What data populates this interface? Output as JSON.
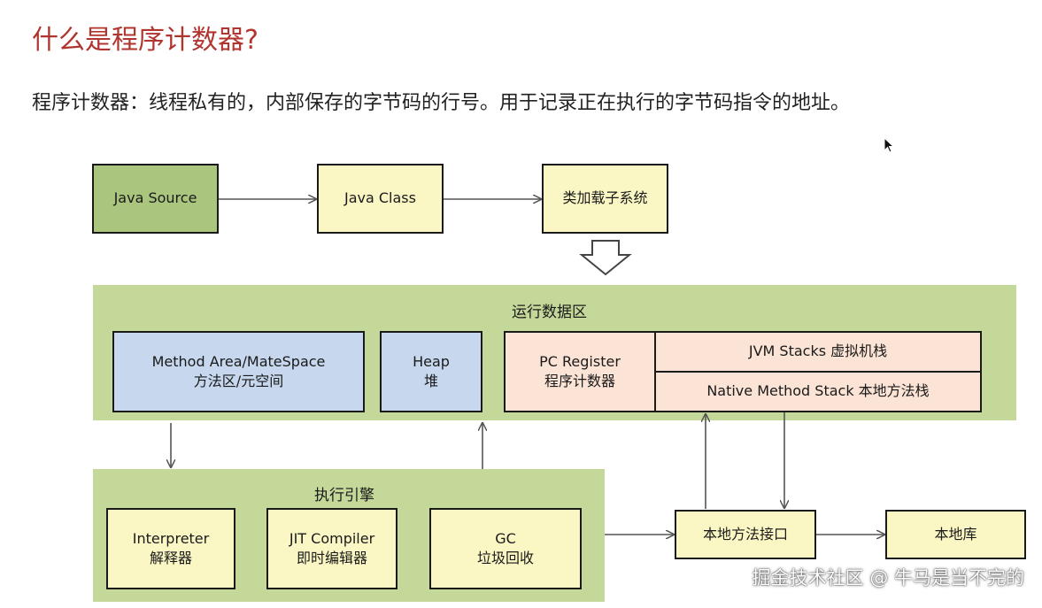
{
  "heading": {
    "title": "什么是程序计数器?",
    "description": "程序计数器：线程私有的，内部保存的字节码的行号。用于记录正在执行的字节码指令的地址。"
  },
  "diagram": {
    "java_source": "Java Source",
    "java_class": "Java Class",
    "class_loader": "类加载子系统",
    "runtime_data_area": {
      "label": "运行数据区",
      "method_area": {
        "line1": "Method Area/MateSpace",
        "line2": "方法区/元空间"
      },
      "heap": {
        "line1": "Heap",
        "line2": "堆"
      },
      "pc_register": {
        "line1": "PC Register",
        "line2": "程序计数器"
      },
      "jvm_stacks": "JVM Stacks 虚拟机栈",
      "native_method_stack": "Native Method Stack 本地方法栈"
    },
    "execution_engine": {
      "label": "执行引擎",
      "interpreter": {
        "line1": "Interpreter",
        "line2": "解释器"
      },
      "jit_compiler": {
        "line1": "JIT Compiler",
        "line2": "即时编辑器"
      },
      "gc": {
        "line1": "GC",
        "line2": "垃圾回收"
      }
    },
    "native_interface": "本地方法接口",
    "native_library": "本地库"
  },
  "watermark": "掘金技术社区 @ 牛马是当不完的",
  "colors": {
    "title": "#b0352f",
    "green_box": "#aac57e",
    "yellow_box": "#fbf7c4",
    "blue_box": "#c6d7ee",
    "pink_box": "#fbe3d5",
    "region": "#c4d89a"
  }
}
